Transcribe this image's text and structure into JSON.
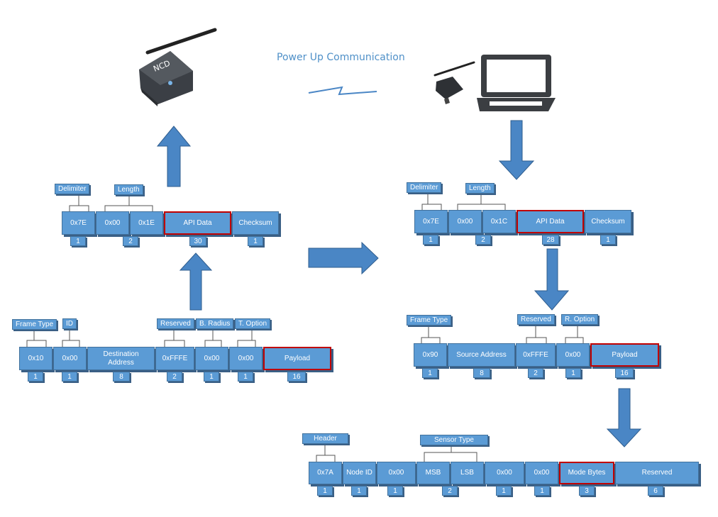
{
  "title": "Power Up Communication",
  "tx_packet": {
    "labels": [
      "Delimiter",
      "Length"
    ],
    "cells": [
      "0x7E",
      "0x00",
      "0x1E",
      "API Data",
      "Checksum"
    ],
    "sizes": [
      "1",
      "2",
      "30",
      "1"
    ]
  },
  "tx_frame": {
    "labels": [
      "Frame Type",
      "ID",
      "Reserved",
      "B. Radius",
      "T. Option"
    ],
    "cells": [
      "0x10",
      "0x00",
      "Destination Address",
      "0xFFFE",
      "0x00",
      "0x00",
      "Payload"
    ],
    "sizes": [
      "1",
      "1",
      "8",
      "2",
      "1",
      "1",
      "16"
    ]
  },
  "rx_packet": {
    "labels": [
      "Delimiter",
      "Length"
    ],
    "cells": [
      "0x7E",
      "0x00",
      "0x1C",
      "API Data",
      "Checksum"
    ],
    "sizes": [
      "1",
      "2",
      "28",
      "1"
    ]
  },
  "rx_frame": {
    "labels": [
      "Frame Type",
      "Reserved",
      "R. Option"
    ],
    "cells": [
      "0x90",
      "Source Address",
      "0xFFFE",
      "0x00",
      "Payload"
    ],
    "sizes": [
      "1",
      "8",
      "2",
      "1",
      "16"
    ]
  },
  "payload": {
    "labels": [
      "Header",
      "Sensor Type"
    ],
    "cells": [
      "0x7A",
      "Node ID",
      "0x00",
      "MSB",
      "LSB",
      "0x00",
      "0x00",
      "Mode Bytes",
      "Reserved"
    ],
    "sizes": [
      "1",
      "1",
      "1",
      "2",
      "1",
      "1",
      "3",
      "6"
    ]
  },
  "colors": {
    "box": "#5b9bd5",
    "box_border": "#41719c",
    "highlight": "#c00000",
    "title": "#4f90c8"
  },
  "icons": [
    "sensor-device-icon",
    "lightning-bolt-icon",
    "usb-modem-icon",
    "laptop-icon"
  ]
}
